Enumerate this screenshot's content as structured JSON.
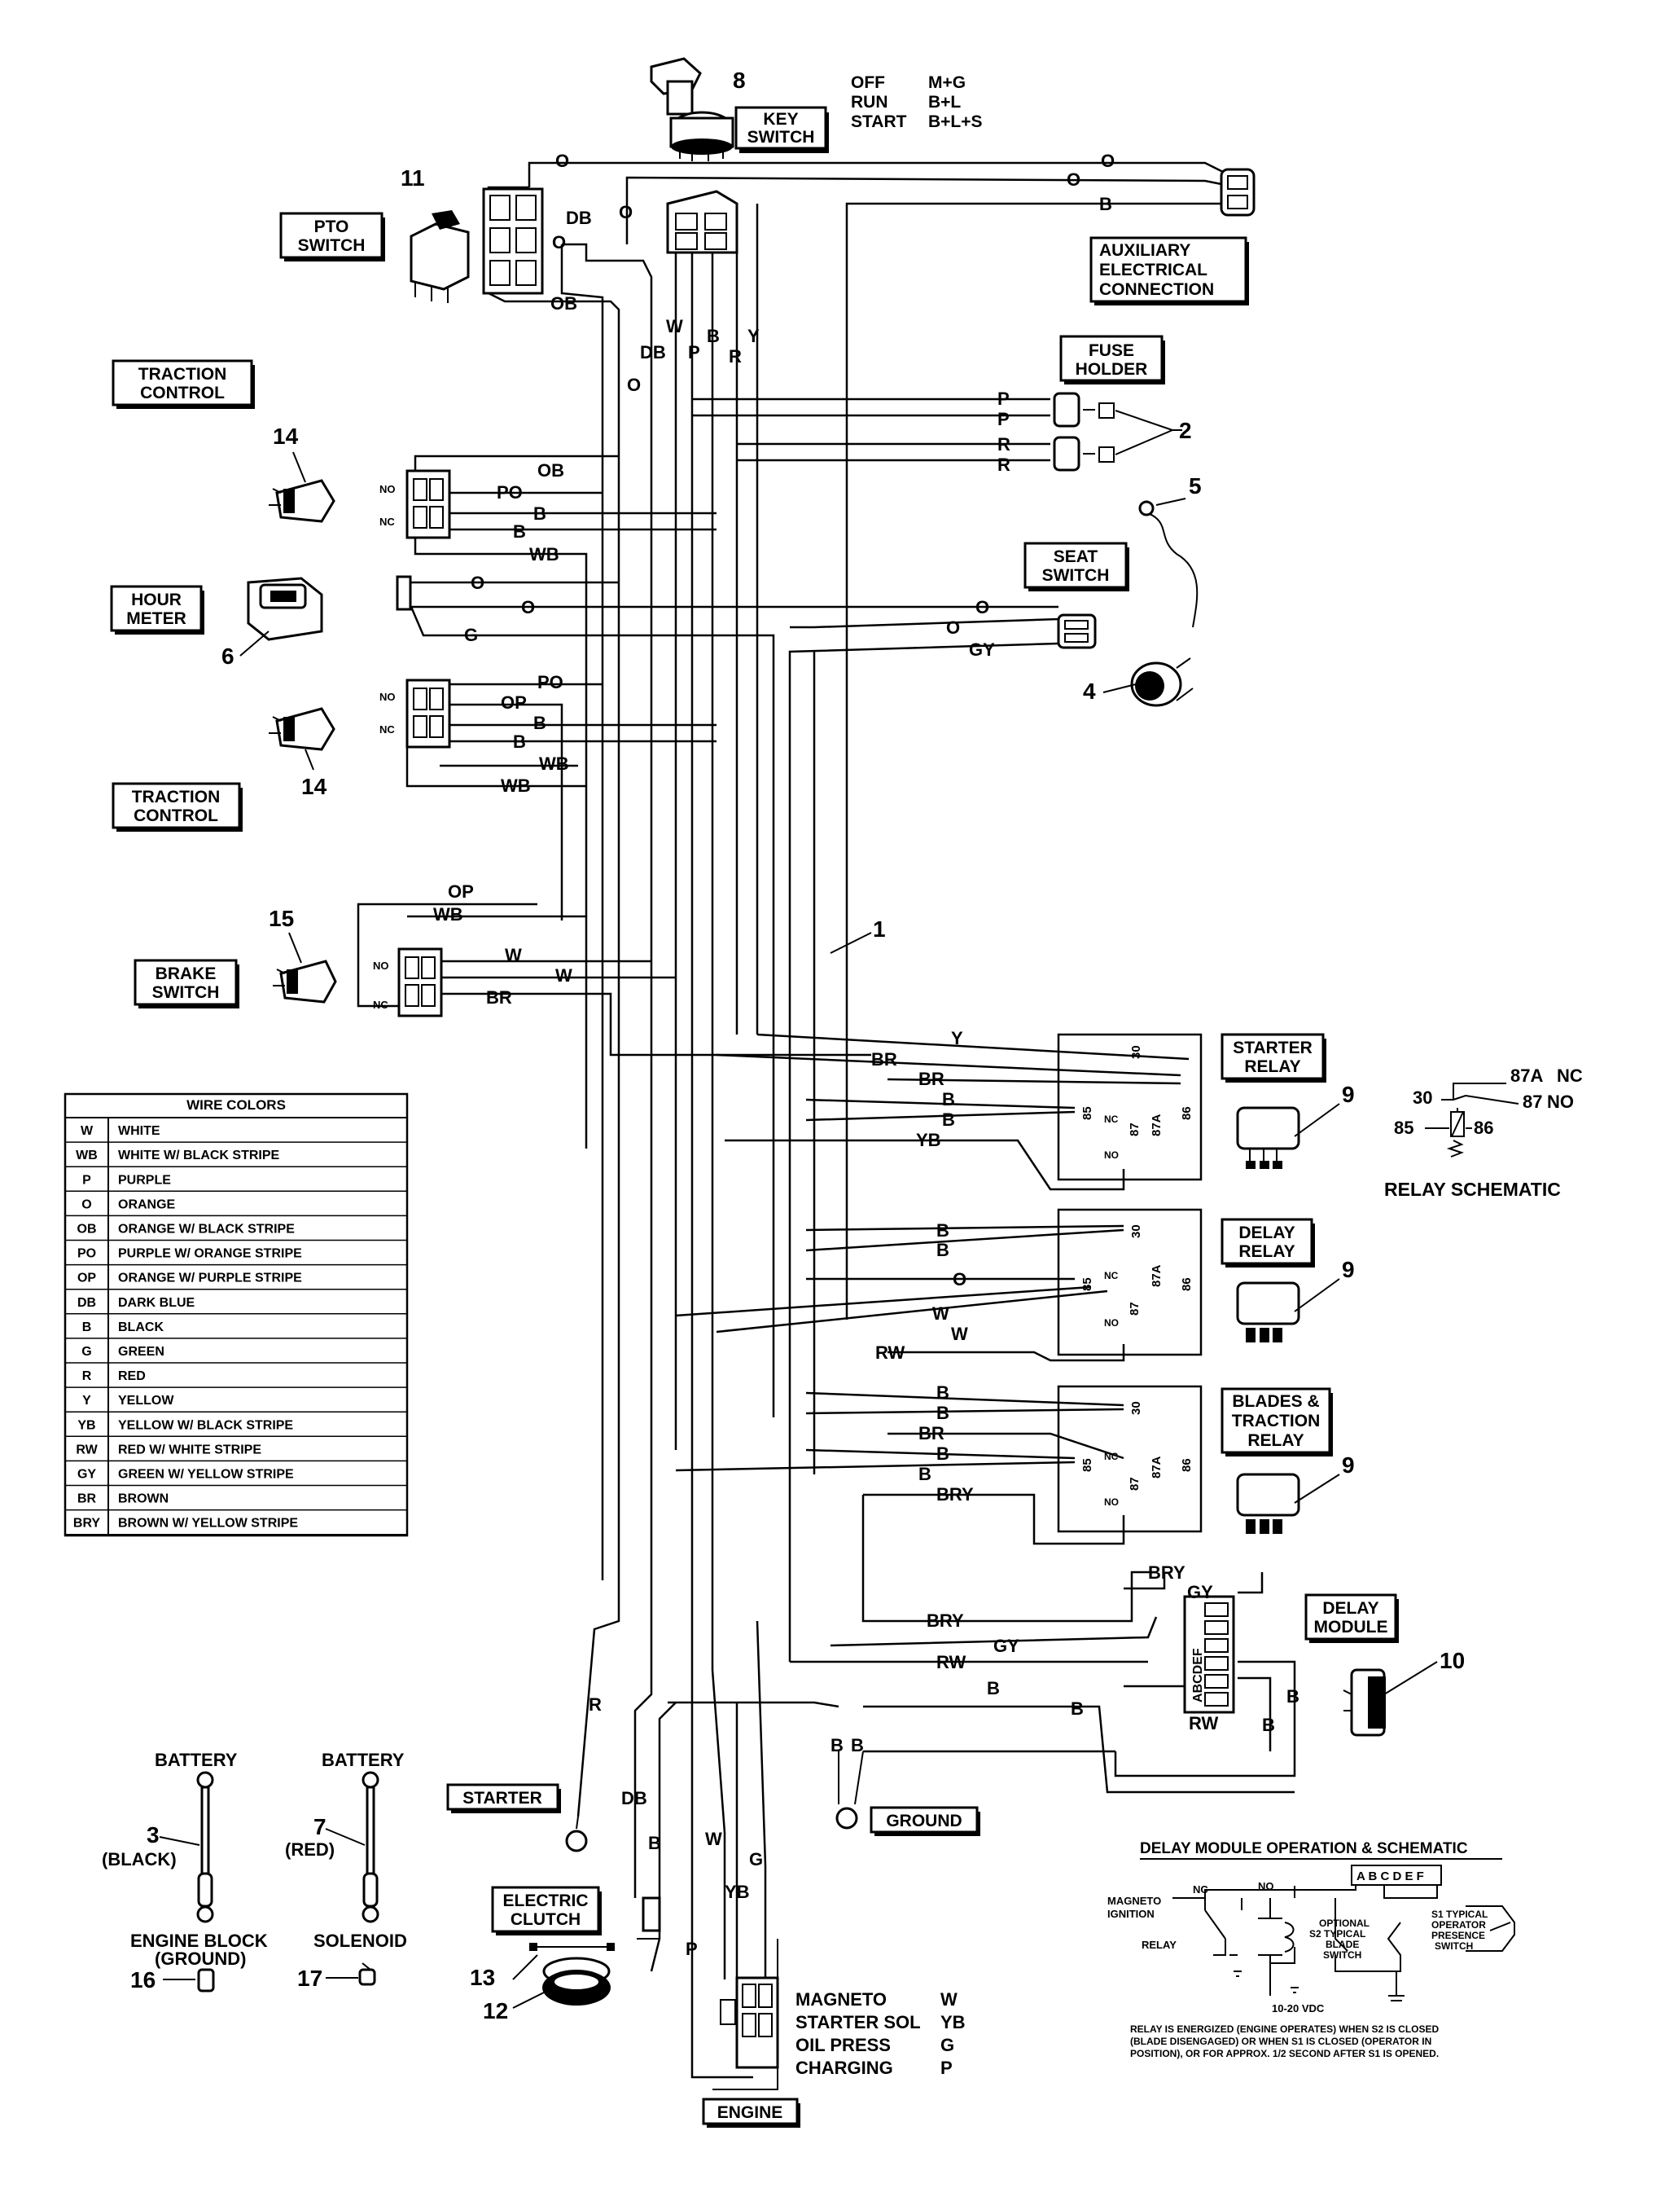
{
  "key_switch": {
    "title_line1": "KEY",
    "title_line2": "SWITCH",
    "number": "8",
    "positions": [
      {
        "name": "OFF",
        "code": "M+G"
      },
      {
        "name": "RUN",
        "code": "B+L"
      },
      {
        "name": "START",
        "code": "B+L+S"
      }
    ]
  },
  "labels": {
    "pto_line1": "PTO",
    "pto_line2": "SWITCH",
    "pto_num": "11",
    "traction1_line1": "TRACTION",
    "traction1_line2": "CONTROL",
    "traction2_line1": "TRACTION",
    "traction2_line2": "CONTROL",
    "hour_line1": "HOUR",
    "hour_line2": "METER",
    "hour_num": "6",
    "brake_line1": "BRAKE",
    "brake_line2": "SWITCH",
    "brake_num": "15",
    "aux_line1": "AUXILIARY",
    "aux_line2": "ELECTRICAL",
    "aux_line3": "CONNECTION",
    "fuse_line1": "FUSE",
    "fuse_line2": "HOLDER",
    "fuse_num": "2",
    "seat_line1": "SEAT",
    "seat_line2": "SWITCH",
    "seat_num": "4",
    "seat_wire_num": "5",
    "traction_num_a": "14",
    "traction_num_b": "14",
    "harness_num": "1",
    "starter_relay_line1": "STARTER",
    "starter_relay_line2": "RELAY",
    "delay_relay_line1": "DELAY",
    "delay_relay_line2": "RELAY",
    "blades_line1": "BLADES &",
    "blades_line2": "TRACTION",
    "blades_line3": "RELAY",
    "relay_num": "9",
    "delay_module_line1": "DELAY",
    "delay_module_line2": "MODULE",
    "delay_module_num": "10",
    "starter": "STARTER",
    "ground": "GROUND",
    "engine": "ENGINE",
    "clutch_line1": "ELECTRIC",
    "clutch_line2": "CLUTCH",
    "clutch_num_a": "13",
    "clutch_num_b": "12",
    "battery_a": "BATTERY",
    "battery_b": "BATTERY",
    "cable3_num": "3",
    "cable3_color": "(BLACK)",
    "cable7_num": "7",
    "cable7_color": "(RED)",
    "engine_block_line1": "ENGINE BLOCK",
    "engine_block_line2": "(GROUND)",
    "solenoid": "SOLENOID",
    "part16": "16",
    "part17": "17"
  },
  "relay_schematic": {
    "title": "RELAY SCHEMATIC",
    "pins": {
      "p30": "30",
      "p87a": "87A",
      "p87a_state": "NC",
      "p87": "87",
      "p87_state": "NO",
      "p85": "85",
      "p86": "86"
    }
  },
  "engine_connections": [
    {
      "name": "MAGNETO",
      "wire": "W"
    },
    {
      "name": "STARTER SOL",
      "wire": "YB"
    },
    {
      "name": "OIL PRESS",
      "wire": "G"
    },
    {
      "name": "CHARGING",
      "wire": "P"
    }
  ],
  "wire_colors": {
    "title": "WIRE COLORS",
    "rows": [
      {
        "code": "W",
        "name": "WHITE"
      },
      {
        "code": "WB",
        "name": "WHITE W/ BLACK STRIPE"
      },
      {
        "code": "P",
        "name": "PURPLE"
      },
      {
        "code": "O",
        "name": "ORANGE"
      },
      {
        "code": "OB",
        "name": "ORANGE W/ BLACK STRIPE"
      },
      {
        "code": "PO",
        "name": "PURPLE W/ ORANGE STRIPE"
      },
      {
        "code": "OP",
        "name": "ORANGE W/ PURPLE STRIPE"
      },
      {
        "code": "DB",
        "name": "DARK BLUE"
      },
      {
        "code": "B",
        "name": "BLACK"
      },
      {
        "code": "G",
        "name": "GREEN"
      },
      {
        "code": "R",
        "name": "RED"
      },
      {
        "code": "Y",
        "name": "YELLOW"
      },
      {
        "code": "YB",
        "name": "YELLOW W/ BLACK STRIPE"
      },
      {
        "code": "RW",
        "name": "RED W/ WHITE STRIPE"
      },
      {
        "code": "GY",
        "name": "GREEN W/ YELLOW STRIPE"
      },
      {
        "code": "BR",
        "name": "BROWN"
      },
      {
        "code": "BRY",
        "name": "BROWN W/ YELLOW STRIPE"
      }
    ]
  },
  "delay_module_op": {
    "title": "DELAY MODULE OPERATION & SCHEMATIC",
    "pins": "A B C D E F",
    "magneto_line1": "MAGNETO",
    "magneto_line2": "IGNITION",
    "relay": "RELAY",
    "nc": "NC",
    "no": "NO",
    "s2_line1": "OPTIONAL",
    "s2_line2": "S2 TYPICAL",
    "s2_line3": "BLADE",
    "s2_line4": "SWITCH",
    "s1_line1": "S1 TYPICAL",
    "s1_line2": "OPERATOR",
    "s1_line3": "PRESENCE",
    "s1_line4": "SWITCH",
    "vdc": "10-20 VDC",
    "note_line1": "RELAY IS ENERGIZED (ENGINE OPERATES) WHEN S2 IS CLOSED",
    "note_line2": "(BLADE DISENGAGED) OR WHEN S1 IS CLOSED (OPERATOR IN",
    "note_line3": "POSITION), OR FOR APPROX. 1/2 SECOND AFTER S1 IS OPENED."
  },
  "wires": {
    "key_o_top": "O",
    "aux_o": "O",
    "aux_b": "B",
    "db_top": "DB",
    "o_pto": "O",
    "o_keyleft": "O",
    "ob_pto": "OB",
    "db_v": "DB",
    "w_v": "W",
    "p_v": "P",
    "b_v": "B",
    "r_v": "R",
    "y_v": "Y",
    "o_v": "O",
    "fuse_p1": "P",
    "fuse_p2": "P",
    "fuse_r1": "R",
    "fuse_r2": "R",
    "t1_ob": "OB",
    "t1_po": "PO",
    "t1_b1": "B",
    "t1_b2": "B",
    "t1_wb": "WB",
    "hm_o1": "O",
    "hm_o2": "O",
    "hm_g": "G",
    "seat_o1": "O",
    "seat_o2": "O",
    "seat_gy": "GY",
    "t2_po": "PO",
    "t2_op": "OP",
    "t2_b1": "B",
    "t2_b2": "B",
    "t2_wb1": "WB",
    "t2_wb2": "WB",
    "bk_op": "OP",
    "bk_wb": "WB",
    "bk_w1": "W",
    "bk_w2": "W",
    "bk_br": "BR",
    "sr_y": "Y",
    "sr_br1": "BR",
    "sr_br2": "BR",
    "sr_b1": "B",
    "sr_b2": "B",
    "sr_yb": "YB",
    "dr_b1": "B",
    "dr_b2": "B",
    "dr_o": "O",
    "dr_w1": "W",
    "dr_w2": "W",
    "dr_rw": "RW",
    "br_b1": "B",
    "br_b2": "B",
    "br_br": "BR",
    "br_b3": "B",
    "br_b4": "B",
    "br_bry": "BRY",
    "dm_bry1": "BRY",
    "dm_gy1": "GY",
    "dm_bry2": "BRY",
    "dm_gy2": "GY",
    "dm_rw1": "RW",
    "dm_rw2": "RW",
    "dm_b1": "B",
    "dm_b2": "B",
    "dm_b3": "B",
    "dm_b4": "B",
    "gnd_b1": "B",
    "gnd_b2": "B",
    "st_r": "R",
    "cl_db": "DB",
    "cl_b": "B",
    "en_w": "W",
    "en_yb": "YB",
    "en_g": "G",
    "en_p": "P"
  },
  "relay_pins": {
    "p30": "30",
    "p85": "85",
    "p86": "86",
    "p87": "87",
    "p87a": "87A",
    "nc": "NC",
    "no": "NO"
  },
  "conn_pins": {
    "no": "NO",
    "nc": "NC",
    "module_letters": "ABCDEF"
  }
}
